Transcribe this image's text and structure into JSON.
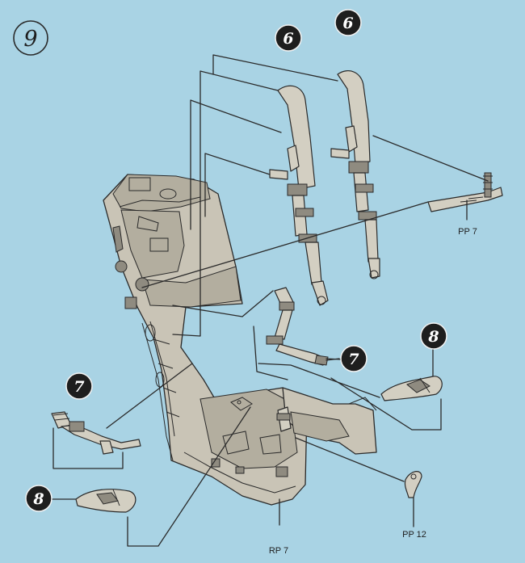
{
  "step": {
    "number": "9"
  },
  "callouts": {
    "strap_left": "6",
    "strap_right": "6",
    "lap_belt_center": "7",
    "lap_belt_left": "7",
    "pad_right": "8",
    "pad_left": "8"
  },
  "references": {
    "pp7": "PP 7",
    "pp12": "PP 12",
    "rp7": "RP 7"
  },
  "colors": {
    "background": "#a9d3e4",
    "callout": "#1e1e1e",
    "part_fill": "#c9c4b6"
  }
}
